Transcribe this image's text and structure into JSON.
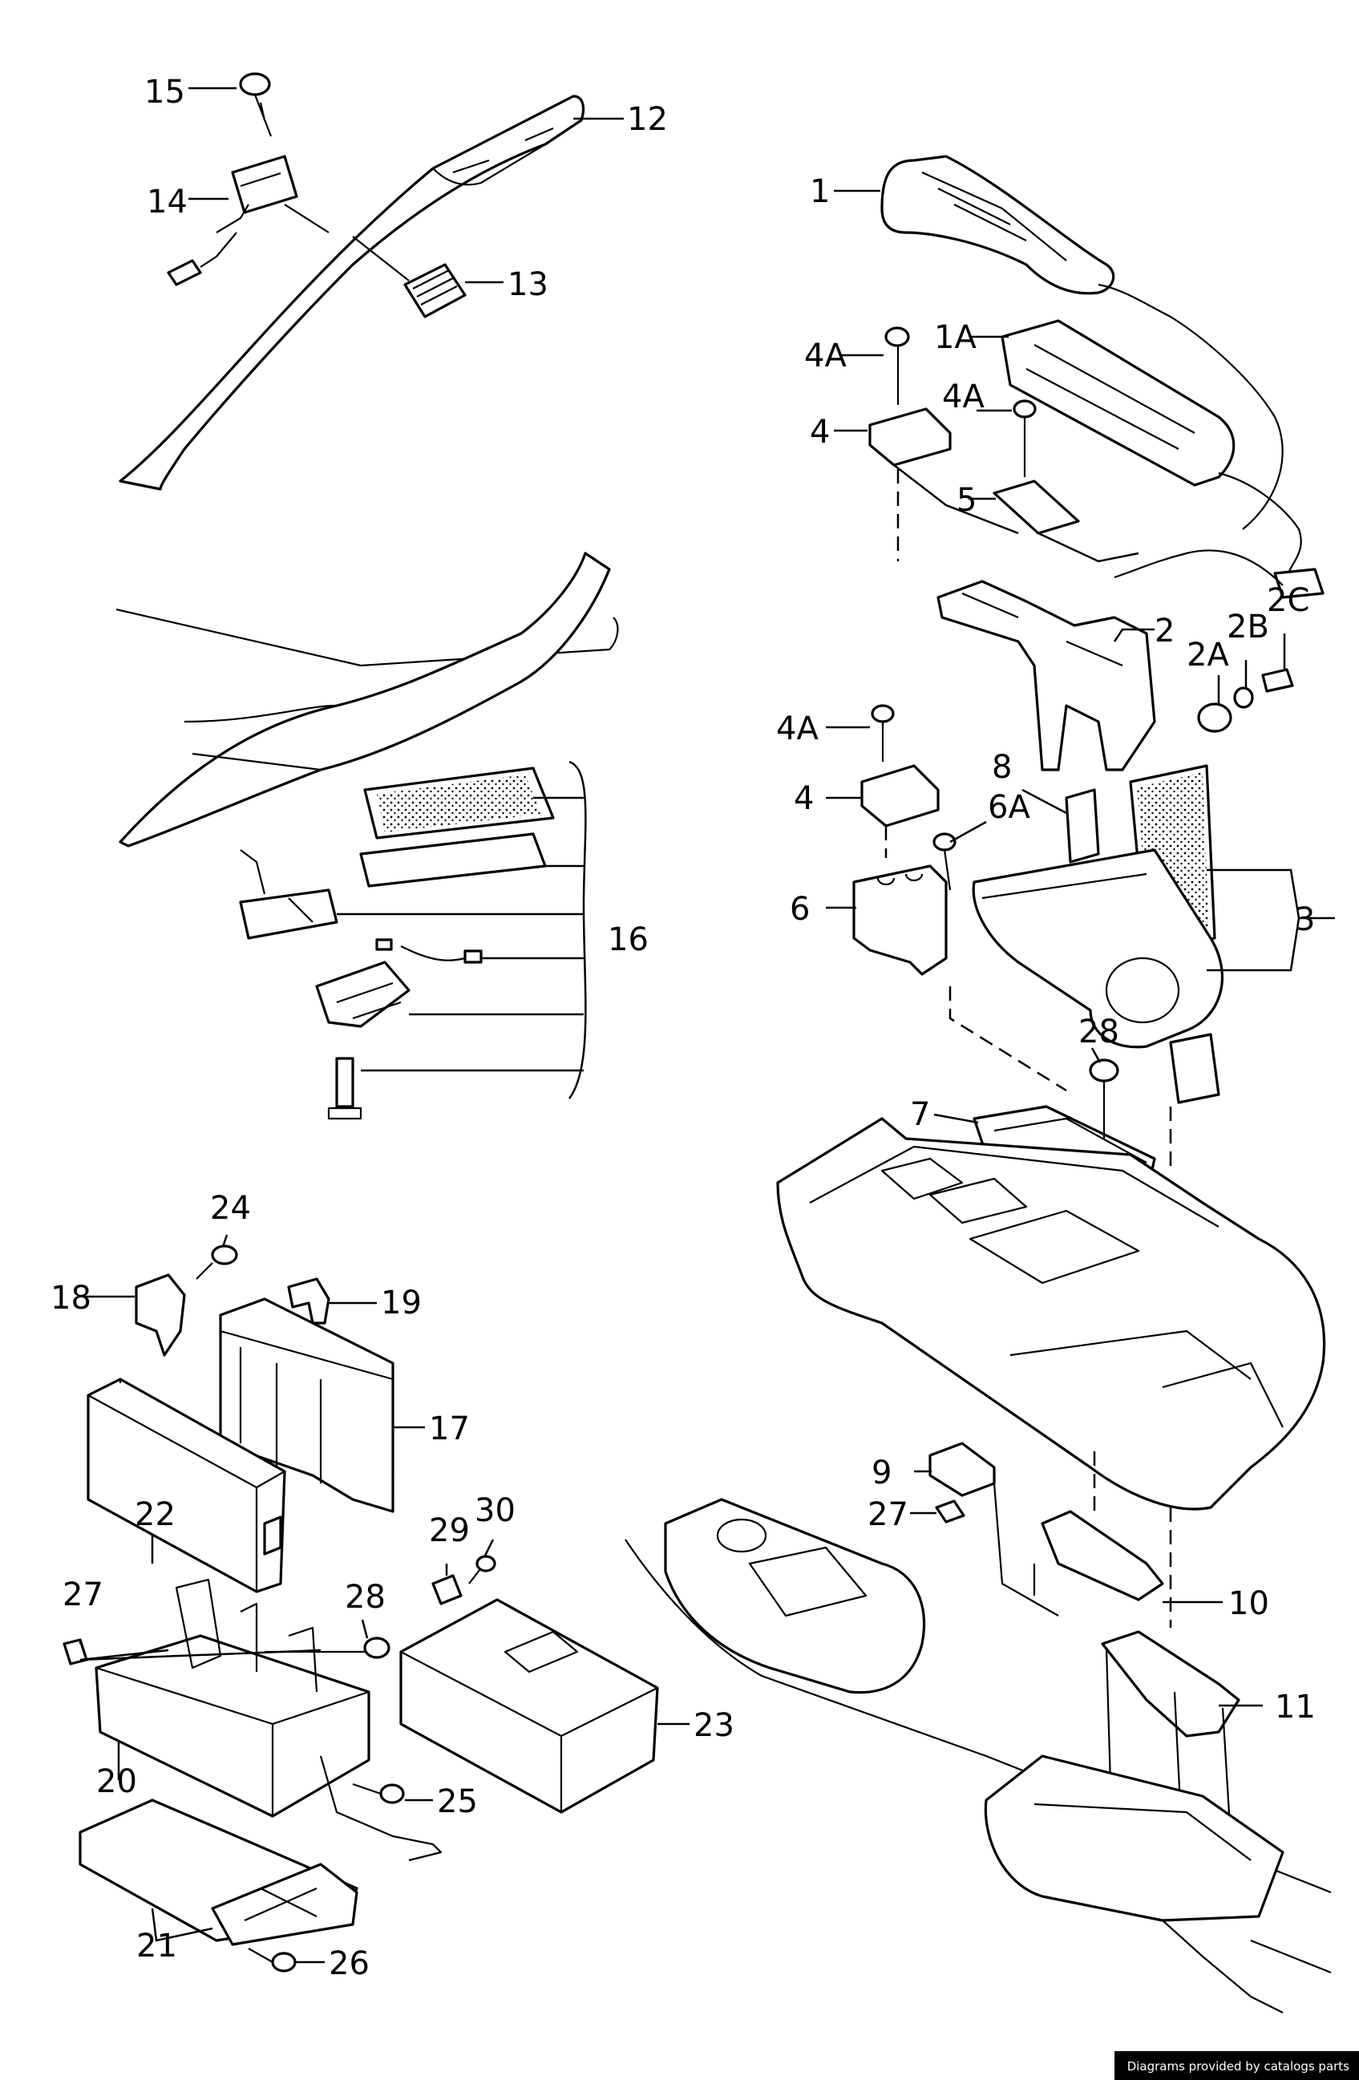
{
  "callouts": {
    "c1": "1",
    "c1A": "1A",
    "c2": "2",
    "c2A": "2A",
    "c2B": "2B",
    "c2C": "2C",
    "c3": "3",
    "c4a": "4",
    "c4b": "4",
    "c4Aa": "4A",
    "c4Ab": "4A",
    "c4Ac": "4A",
    "c5": "5",
    "c6": "6",
    "c6A": "6A",
    "c7": "7",
    "c8": "8",
    "c9": "9",
    "c10": "10",
    "c11": "11",
    "c12": "12",
    "c13": "13",
    "c14": "14",
    "c15": "15",
    "c16": "16",
    "c17": "17",
    "c18": "18",
    "c19": "19",
    "c20": "20",
    "c21": "21",
    "c22": "22",
    "c23": "23",
    "c24": "24",
    "c25": "25",
    "c26": "26",
    "c27a": "27",
    "c27b": "27",
    "c28a": "28",
    "c28b": "28",
    "c29": "29",
    "c30": "30"
  },
  "credit": "Diagrams provided by catalogs parts"
}
